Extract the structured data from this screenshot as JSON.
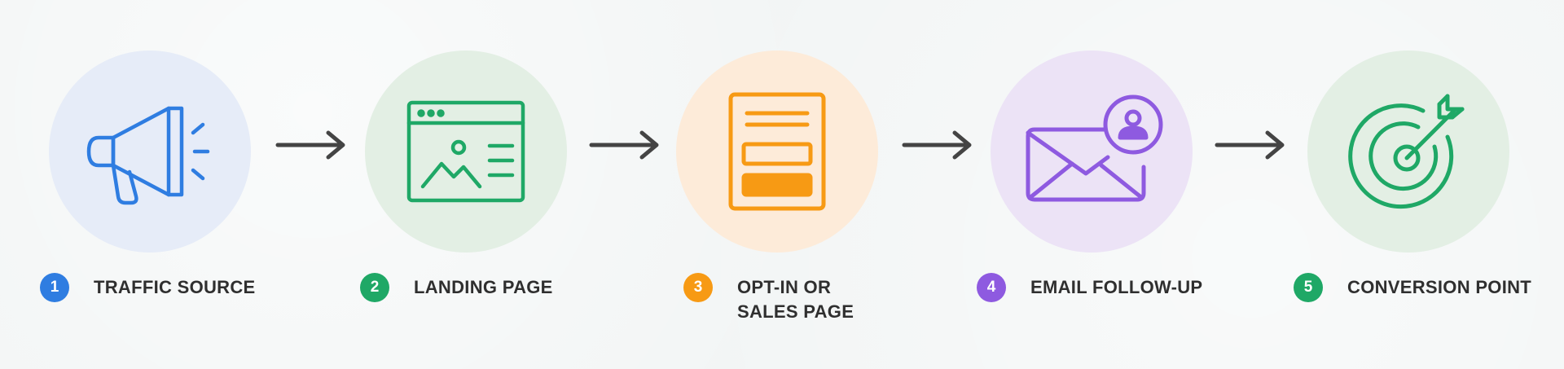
{
  "colors": {
    "blue": "#2f7de1",
    "green": "#1fa866",
    "orange": "#f79a14",
    "purple": "#8e5ae0",
    "arrow": "#444444"
  },
  "steps": [
    {
      "number": "1",
      "label_lines": [
        "TRAFFIC SOURCE"
      ],
      "icon": "megaphone-icon",
      "circle_color": "#e6ecf8",
      "accent": "#2f7de1"
    },
    {
      "number": "2",
      "label_lines": [
        "LANDING PAGE"
      ],
      "icon": "landing-page-window-icon",
      "circle_color": "#e3efe4",
      "accent": "#1fa866"
    },
    {
      "number": "3",
      "label_lines": [
        "OPT-IN OR",
        "SALES PAGE"
      ],
      "icon": "opt-in-form-icon",
      "circle_color": "#fdebd9",
      "accent": "#f79a14"
    },
    {
      "number": "4",
      "label_lines": [
        "EMAIL FOLLOW-UP"
      ],
      "icon": "email-user-icon",
      "circle_color": "#ece3f6",
      "accent": "#8e5ae0"
    },
    {
      "number": "5",
      "label_lines": [
        "CONVERSION POINT"
      ],
      "icon": "target-icon",
      "circle_color": "#e3efe4",
      "accent": "#1fa866"
    }
  ]
}
